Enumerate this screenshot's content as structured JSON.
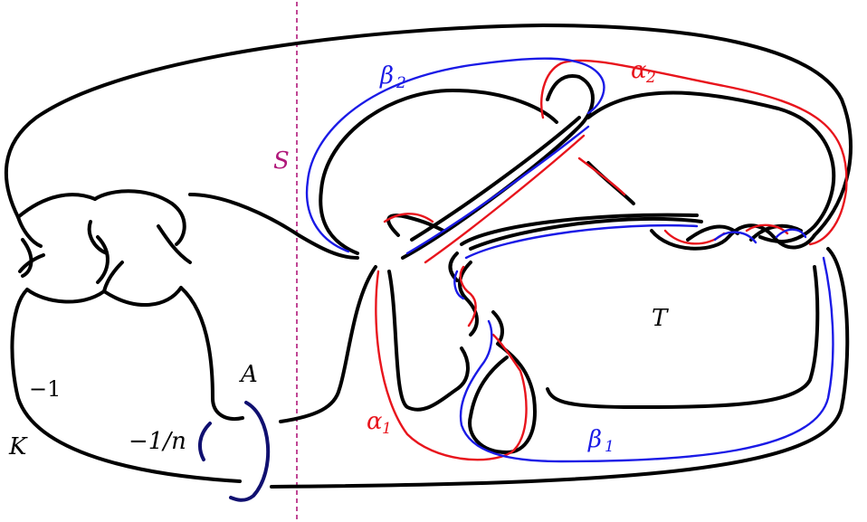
{
  "diagram": {
    "colors": {
      "knot": "#000000",
      "alpha": "#e8141c",
      "beta": "#1a1ae6",
      "sphere": "#b0187a",
      "annulus": "#101070"
    },
    "labels": {
      "sphere": "S",
      "beta2": "β",
      "beta2_sub": "2",
      "alpha2": "α",
      "alpha2_sub": "2",
      "alpha1": "α",
      "alpha1_sub": "1",
      "beta1": "β",
      "beta1_sub": "1",
      "tangle": "T",
      "annulus": "A",
      "surgery_K": "−1",
      "knot": "K",
      "surgery_A": "−1/n"
    }
  }
}
